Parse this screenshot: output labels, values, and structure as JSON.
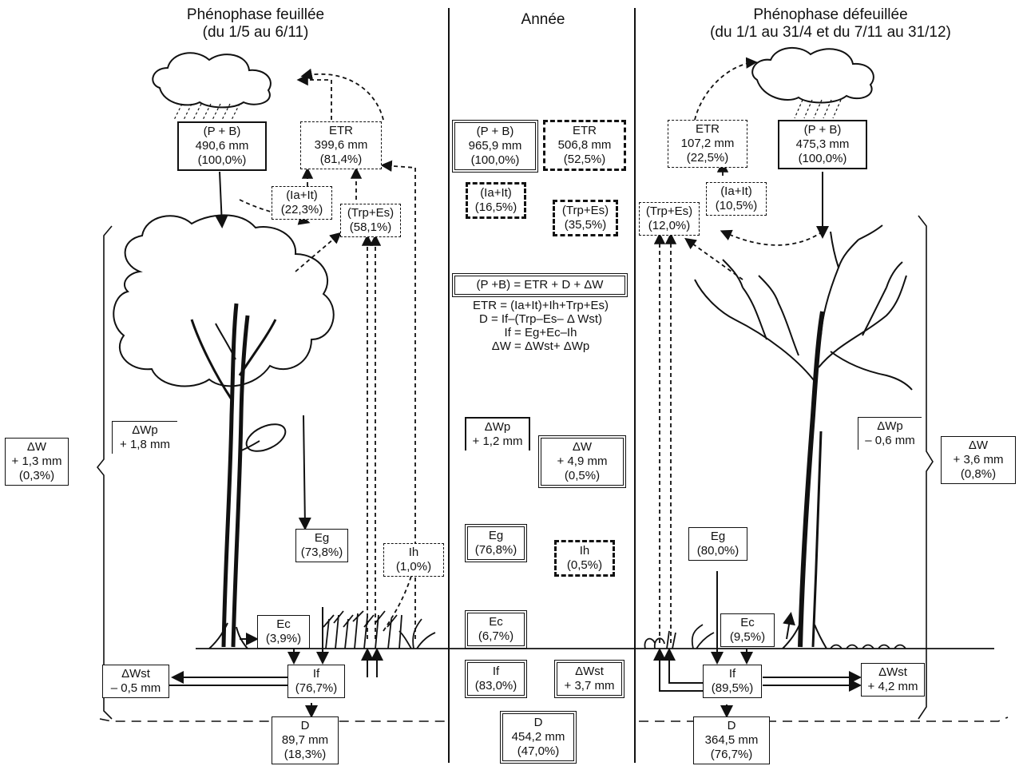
{
  "headers": {
    "left_title": "Phénophase feuillée",
    "left_sub": "(du 1/5 au 6/11)",
    "center_title": "Année",
    "right_title": "Phénophase défeuillée",
    "right_sub": "(du 1/1 au 31/4 et du 7/11 au 31/12)"
  },
  "left": {
    "pb": [
      "(P + B)",
      "490,6 mm",
      "(100,0%)"
    ],
    "etr": [
      "ETR",
      "399,6 mm",
      "(81,4%)"
    ],
    "ia_it": [
      "(Ia+It)",
      "(22,3%)"
    ],
    "trp_es": [
      "(Trp+Es)",
      "(58,1%)"
    ],
    "dwp": [
      "ΔWp",
      "+ 1,8 mm"
    ],
    "dw": [
      "ΔW",
      "+ 1,3 mm",
      "(0,3%)"
    ],
    "eg": [
      "Eg",
      "(73,8%)"
    ],
    "ih": [
      "Ih",
      "(1,0%)"
    ],
    "ec": [
      "Ec",
      "(3,9%)"
    ],
    "if": [
      "If",
      "(76,7%)"
    ],
    "dwst": [
      "ΔWst",
      "– 0,5 mm"
    ],
    "d": [
      "D",
      "89,7 mm",
      "(18,3%)"
    ]
  },
  "center": {
    "pb": [
      "(P + B)",
      "965,9 mm",
      "(100,0%)"
    ],
    "etr": [
      "ETR",
      "506,8 mm",
      "(52,5%)"
    ],
    "ia_it": [
      "(Ia+It)",
      "(16,5%)"
    ],
    "trp_es": [
      "(Trp+Es)",
      "(35,5%)"
    ],
    "balance": "(P +B) = ETR + D + ΔW",
    "equations": [
      "ETR = (Ia+It)+Ih+Trp+Es)",
      "D = If–(Trp–Es– Δ Wst)",
      "If = Eg+Ec–Ih",
      "ΔW = ΔWst+ ΔWp"
    ],
    "dwp": [
      "ΔWp",
      "+ 1,2 mm"
    ],
    "dw": [
      "ΔW",
      "+ 4,9 mm",
      "(0,5%)"
    ],
    "eg": [
      "Eg",
      "(76,8%)"
    ],
    "ih": [
      "Ih",
      "(0,5%)"
    ],
    "ec": [
      "Ec",
      "(6,7%)"
    ],
    "if": [
      "If",
      "(83,0%)"
    ],
    "dwst": [
      "ΔWst",
      "+ 3,7 mm"
    ],
    "d": [
      "D",
      "454,2 mm",
      "(47,0%)"
    ]
  },
  "right": {
    "etr": [
      "ETR",
      "107,2 mm",
      "(22,5%)"
    ],
    "pb": [
      "(P + B)",
      "475,3 mm",
      "(100,0%)"
    ],
    "trp_es": [
      "(Trp+Es)",
      "(12,0%)"
    ],
    "ia_it": [
      "(Ia+It)",
      "(10,5%)"
    ],
    "dwp": [
      "ΔWp",
      "– 0,6 mm"
    ],
    "dw": [
      "ΔW",
      "+ 3,6 mm",
      "(0,8%)"
    ],
    "eg": [
      "Eg",
      "(80,0%)"
    ],
    "ec": [
      "Ec",
      "(9,5%)"
    ],
    "if": [
      "If",
      "(89,5%)"
    ],
    "dwst": [
      "ΔWst",
      "+ 4,2 mm"
    ],
    "d": [
      "D",
      "364,5 mm",
      "(76,7%)"
    ]
  },
  "colors": {
    "ink": "#111111",
    "paper": "#ffffff"
  }
}
